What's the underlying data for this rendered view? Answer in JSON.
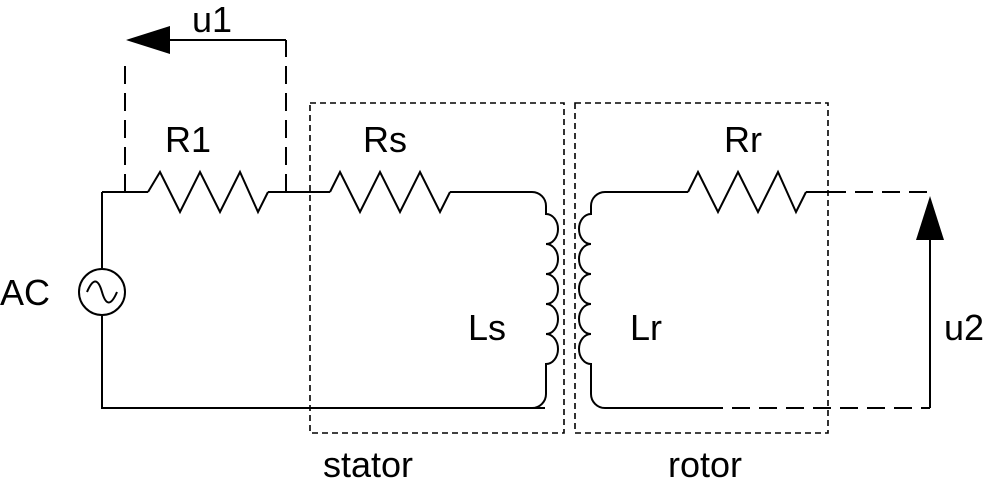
{
  "diagram": {
    "source_label": "AC",
    "components": {
      "r1": "R1",
      "rs": "Rs",
      "rr": "Rr",
      "ls": "Ls",
      "lr": "Lr"
    },
    "voltages": {
      "u1": "u1",
      "u2": "u2"
    },
    "groups": {
      "stator": "stator",
      "rotor": "rotor"
    }
  }
}
